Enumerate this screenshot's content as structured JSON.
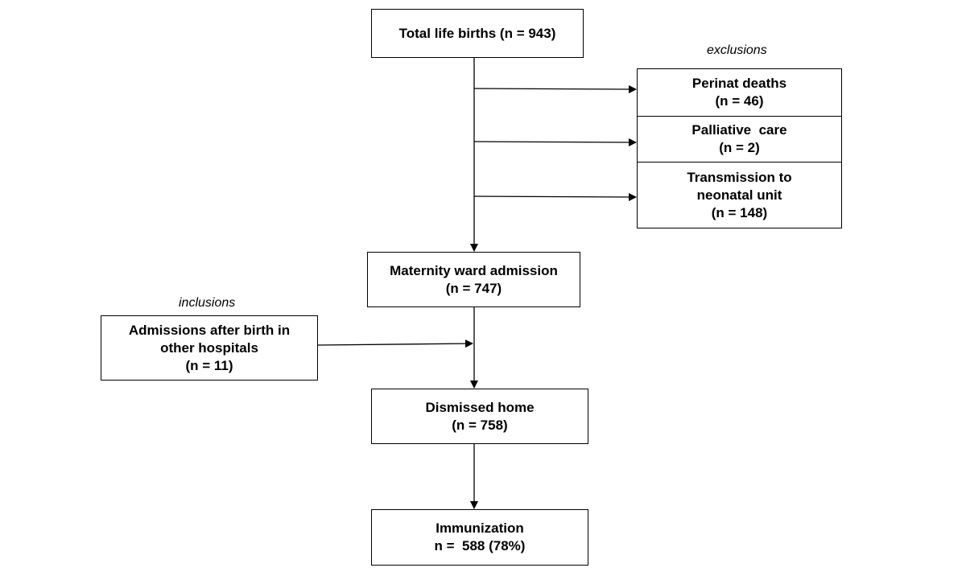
{
  "nodes": {
    "total_births": {
      "line1": "Total life births (n = 943)"
    },
    "perinat_deaths": {
      "line1": "Perinat deaths",
      "line2": "(n = 46)"
    },
    "palliative": {
      "line1": "Palliative  care",
      "line2": "(n = 2)"
    },
    "transmission": {
      "line1": "Transmission to",
      "line2": "neonatal unit",
      "line3": "(n = 148)"
    },
    "maternity": {
      "line1": "Maternity ward admission",
      "line2": "(n = 747)"
    },
    "admissions_other": {
      "line1": "Admissions after birth in",
      "line2": "other hospitals",
      "line3": "(n = 11)"
    },
    "dismissed": {
      "line1": "Dismissed home",
      "line2": "(n = 758)"
    },
    "immunization": {
      "line1": "Immunization",
      "line2": "n =  588 (78%)"
    }
  },
  "notes": {
    "exclusions": "exclusions",
    "inclusions": "inclusions"
  }
}
